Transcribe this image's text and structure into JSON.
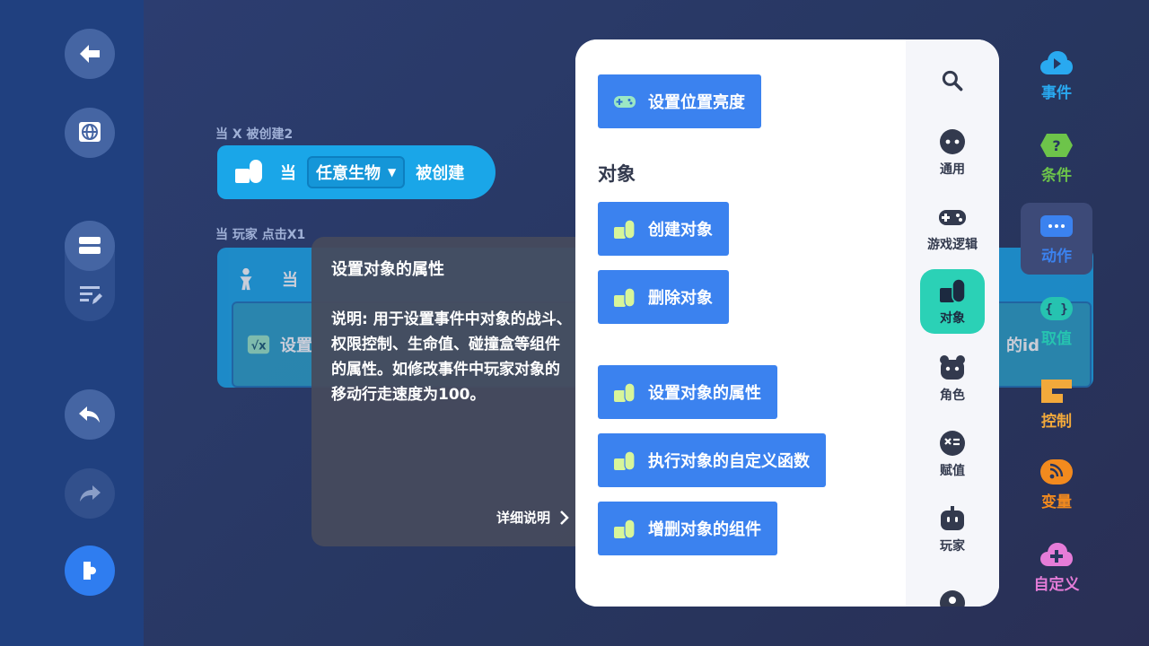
{
  "colors": {
    "command_blue": "#3b82ef",
    "category_active": "#2bd1b6",
    "event_blue": "#1aa6e8"
  },
  "workspace": {
    "hat_caption": "当 X 被创建2",
    "hat_when": "当",
    "hat_dropdown": "任意生物",
    "hat_suffix": "被创建",
    "player_caption": "当 玩家 点击X1",
    "player_when": "当",
    "inner_label": "设置",
    "inner_suffix": "的id"
  },
  "tooltip": {
    "title": "设置对象的属性",
    "description": "说明: 用于设置事件中对象的战斗、权限控制、生命值、碰撞盒等组件的属性。如修改事件中玩家对象的移动行走速度为100。",
    "more": "详细说明"
  },
  "panel": {
    "top_command": "设置位置亮度",
    "section_title": "对象",
    "commands": [
      "创建对象",
      "删除对象",
      "设置对象的属性",
      "执行对象的自定义函数",
      "增删对象的组件"
    ],
    "categories": [
      "通用",
      "游戏逻辑",
      "对象",
      "角色",
      "赋值",
      "玩家"
    ]
  },
  "right_tabs": [
    {
      "label": "事件",
      "color": "#29a9f0"
    },
    {
      "label": "条件",
      "color": "#6dc44a"
    },
    {
      "label": "动作",
      "color": "#3b82ef"
    },
    {
      "label": "取值",
      "color": "#26c3b0"
    },
    {
      "label": "控制",
      "color": "#f2a93b"
    },
    {
      "label": "变量",
      "color": "#f28a1e"
    },
    {
      "label": "自定义",
      "color": "#e57cd8"
    }
  ]
}
